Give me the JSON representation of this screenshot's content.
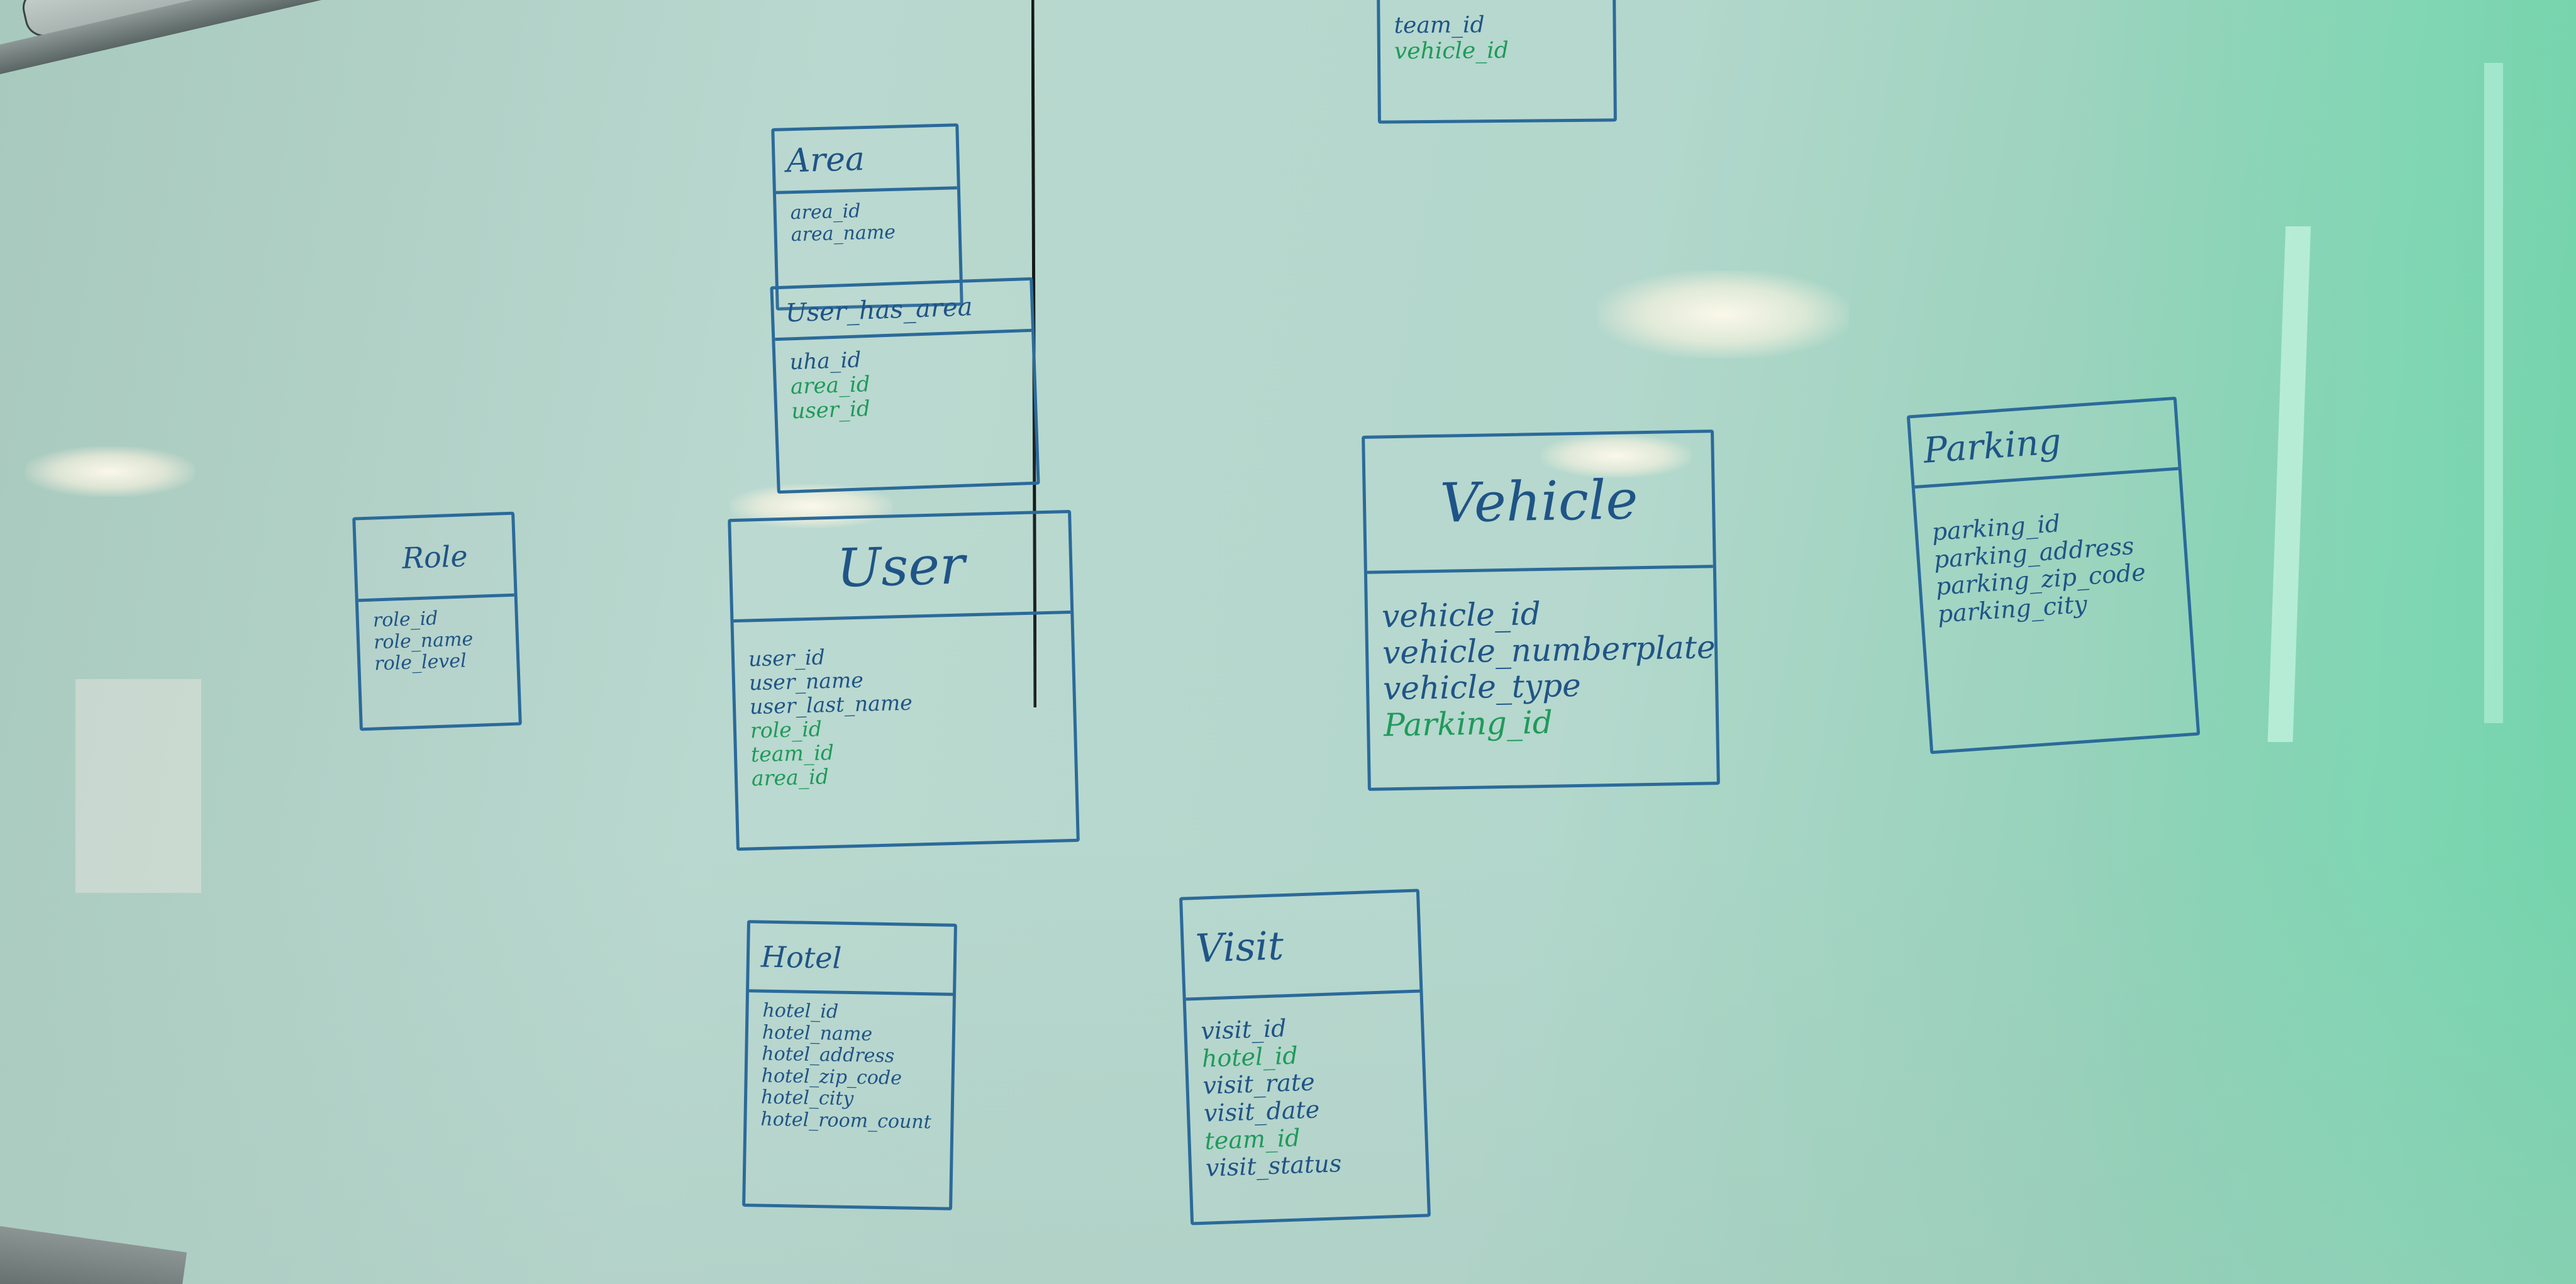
{
  "whiteboard": {
    "entities": {
      "team_vehicle": {
        "title": "",
        "fields": [
          {
            "label": "team_id",
            "foreign_key": false
          },
          {
            "label": "vehicle_id",
            "foreign_key": true
          }
        ]
      },
      "area": {
        "title": "Area",
        "fields": [
          {
            "label": "area_id",
            "foreign_key": false
          },
          {
            "label": "area_name",
            "foreign_key": false
          }
        ]
      },
      "user_has_area": {
        "title": "User_has_area",
        "fields": [
          {
            "label": "uha_id",
            "foreign_key": false
          },
          {
            "label": "area_id",
            "foreign_key": true
          },
          {
            "label": "user_id",
            "foreign_key": true
          }
        ]
      },
      "role": {
        "title": "Role",
        "fields": [
          {
            "label": "role_id",
            "foreign_key": false
          },
          {
            "label": "role_name",
            "foreign_key": false
          },
          {
            "label": "role_level",
            "foreign_key": false
          }
        ]
      },
      "user": {
        "title": "User",
        "fields": [
          {
            "label": "user_id",
            "foreign_key": false
          },
          {
            "label": "user_name",
            "foreign_key": false
          },
          {
            "label": "user_last_name",
            "foreign_key": false
          },
          {
            "label": "role_id",
            "foreign_key": true
          },
          {
            "label": "team_id",
            "foreign_key": true
          },
          {
            "label": "area_id",
            "foreign_key": true
          }
        ]
      },
      "vehicle": {
        "title": "Vehicle",
        "fields": [
          {
            "label": "vehicle_id",
            "foreign_key": false
          },
          {
            "label": "vehicle_numberplate",
            "foreign_key": false
          },
          {
            "label": "vehicle_type",
            "foreign_key": false
          },
          {
            "label": "Parking_id",
            "foreign_key": true
          }
        ]
      },
      "parking": {
        "title": "Parking",
        "fields": [
          {
            "label": "parking_id",
            "foreign_key": false
          },
          {
            "label": "parking_address",
            "foreign_key": false
          },
          {
            "label": "parking_zip_code",
            "foreign_key": false
          },
          {
            "label": "parking_city",
            "foreign_key": false
          }
        ]
      },
      "hotel": {
        "title": "Hotel",
        "fields": [
          {
            "label": "hotel_id",
            "foreign_key": false
          },
          {
            "label": "hotel_name",
            "foreign_key": false
          },
          {
            "label": "hotel_address",
            "foreign_key": false
          },
          {
            "label": "hotel_zip_code",
            "foreign_key": false
          },
          {
            "label": "hotel_city",
            "foreign_key": false
          },
          {
            "label": "hotel_room_count",
            "foreign_key": false
          }
        ]
      },
      "visit": {
        "title": "Visit",
        "fields": [
          {
            "label": "visit_id",
            "foreign_key": false
          },
          {
            "label": "hotel_id",
            "foreign_key": true
          },
          {
            "label": "visit_rate",
            "foreign_key": false
          },
          {
            "label": "visit_date",
            "foreign_key": false
          },
          {
            "label": "team_id",
            "foreign_key": true
          },
          {
            "label": "visit_status",
            "foreign_key": false
          }
        ]
      }
    },
    "colors": {
      "ink_blue": "#1f5486",
      "box_outline": "#2b6a9a",
      "ink_green": "#1f9a5b"
    }
  }
}
